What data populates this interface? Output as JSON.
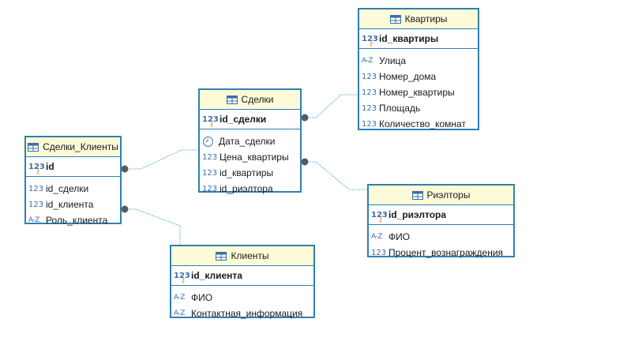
{
  "colors": {
    "border": "#2f7fb5",
    "header_bg": "#fdfad7",
    "connector": "#4ea0c8",
    "endpoint": "#4d5d6b"
  },
  "icons": {
    "number": "123",
    "text": "A-Z",
    "table": "table-icon",
    "date": "clock-icon",
    "key": "key-icon"
  },
  "entities": {
    "kvartiry": {
      "title": "Квартиры",
      "pk": "id_квартиры",
      "columns": [
        "Улица",
        "Номер_дома",
        "Номер_квартиры",
        "Площадь",
        "Количество_комнат"
      ]
    },
    "sdelki": {
      "title": "Сделки",
      "pk": "id_сделки",
      "columns": [
        "Дата_сделки",
        "Цена_квартиры",
        "id_квартиры",
        "id_риэлтора"
      ]
    },
    "sdelki_klienty": {
      "title": "Сделки_Клиенты",
      "pk": "id",
      "columns": [
        "id_сделки",
        "id_клиента",
        "Роль_клиента"
      ]
    },
    "rieltory": {
      "title": "Риэлторы",
      "pk": "id_риэлтора",
      "columns": [
        "ФИО",
        "Процент_вознаграждения"
      ]
    },
    "klienty": {
      "title": "Клиенты",
      "pk": "id_клиента",
      "columns": [
        "ФИО",
        "Контактная_информация"
      ]
    }
  }
}
